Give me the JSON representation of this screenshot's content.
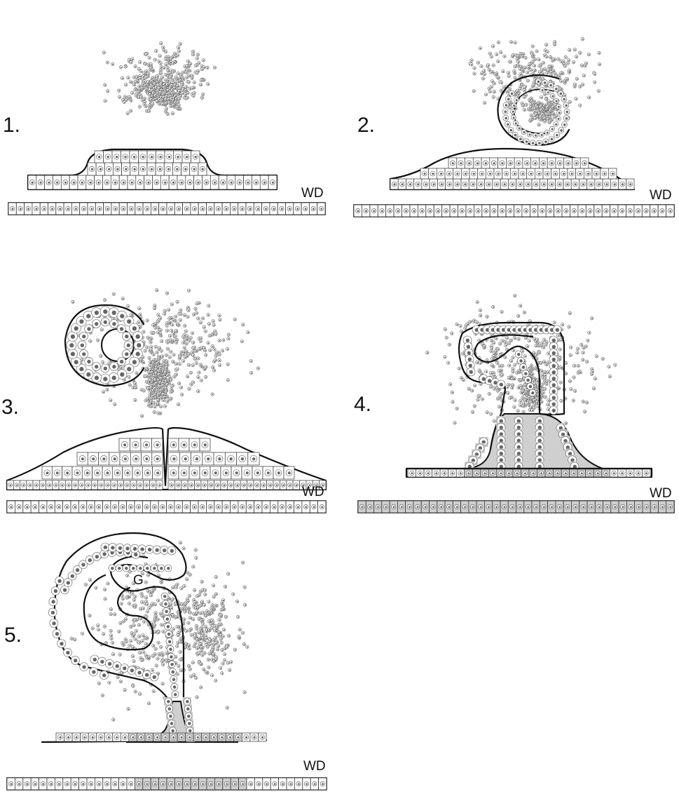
{
  "figure": {
    "panels": [
      {
        "id": "1",
        "label": "1.",
        "duct_label": "WD"
      },
      {
        "id": "2",
        "label": "2.",
        "duct_label": "WD"
      },
      {
        "id": "3",
        "label": "3.",
        "duct_label": "WD"
      },
      {
        "id": "4",
        "label": "4.",
        "duct_label": "WD"
      },
      {
        "id": "5",
        "label": "5.",
        "duct_label": "WD",
        "inner_label": "G"
      }
    ],
    "colors": {
      "outline": "#111111",
      "cell_fill": "#ffffff",
      "shaded_fill": "#cfcfcf",
      "nucleus": "#666666",
      "background": "#ffffff"
    }
  }
}
